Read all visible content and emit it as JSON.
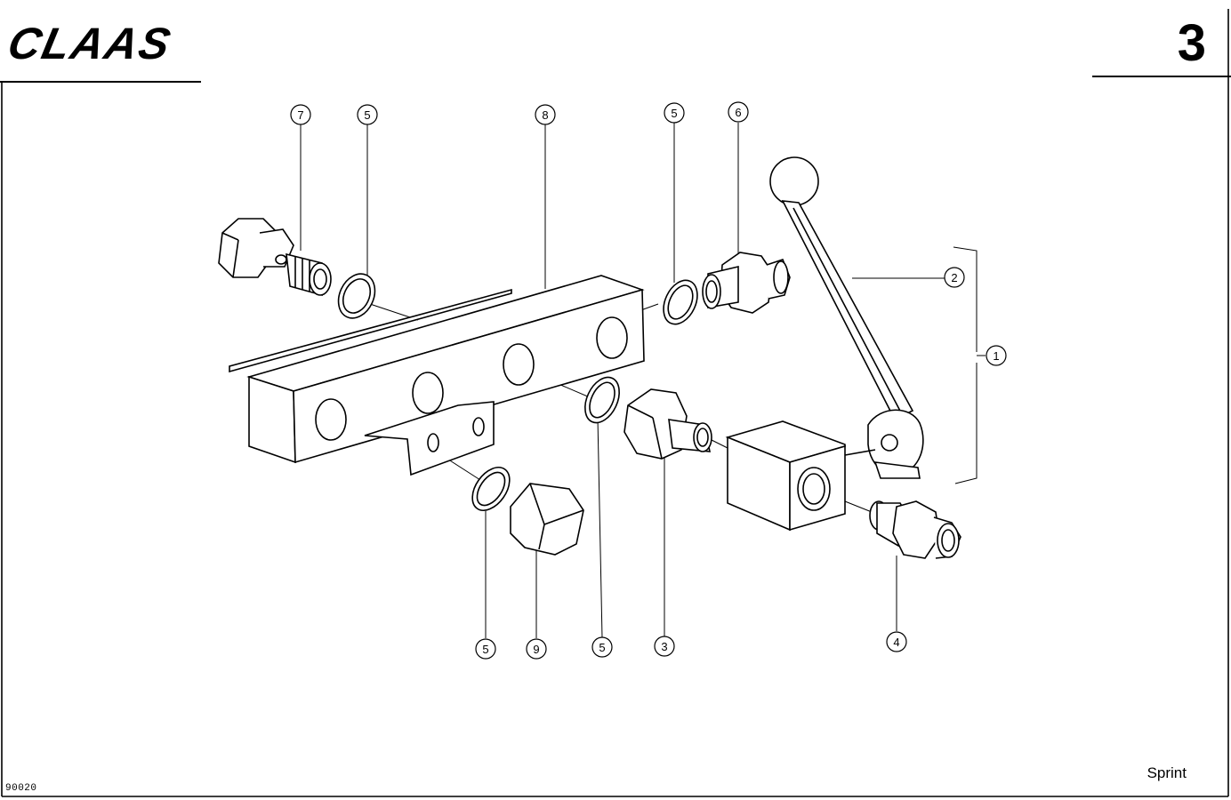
{
  "header": {
    "brand": "CLAAS",
    "sheet_number": "3"
  },
  "footer": {
    "model": "Sprint",
    "drawing_code": "90020"
  },
  "callouts": [
    "7",
    "5",
    "8",
    "5",
    "6",
    "2",
    "1",
    "5",
    "9",
    "5",
    "3",
    "4"
  ]
}
